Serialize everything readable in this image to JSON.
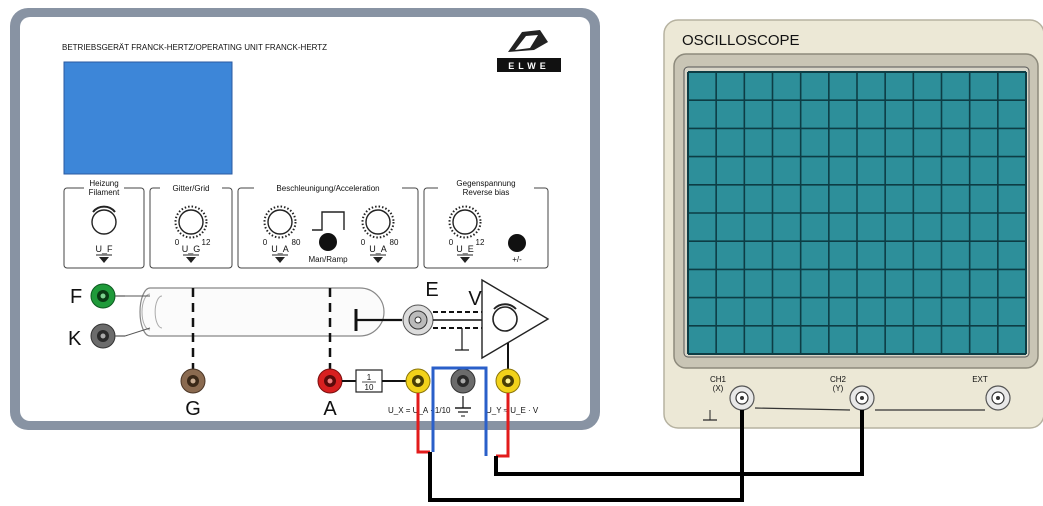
{
  "unit": {
    "title": "BETRIEBSGERÄT FRANCK-HERTZ/OPERATING UNIT FRANCK-HERTZ",
    "logo_text": "ELWE",
    "groups": {
      "filament": {
        "label_line1": "Heizung",
        "label_line2": "Filament",
        "meter": "U_F"
      },
      "grid": {
        "label": "Gitter/Grid",
        "min": "0",
        "max": "12",
        "meter": "U_G"
      },
      "acceleration": {
        "label": "Beschleunigung/Acceleration",
        "min1": "0",
        "max1": "80",
        "min2": "0",
        "max2": "80",
        "switch_label": "Man/Ramp",
        "meter1": "U_A",
        "meter2": "U_A"
      },
      "reverse": {
        "label_line1": "Gegenspannung",
        "label_line2": "Reverse bias",
        "min": "0",
        "max": "12",
        "meter": "U_E",
        "switch_label": "+/-"
      }
    },
    "terminals": {
      "F": "F",
      "K": "K",
      "G": "G",
      "A": "A",
      "E": "E",
      "V": "V"
    },
    "divider": {
      "num": "1",
      "den": "10"
    },
    "output_x_label": "U_X = U_A · 1/10",
    "output_y_label": "U_Y ≈ U_E · V"
  },
  "oscilloscope": {
    "title": "OSCILLOSCOPE",
    "ch1_line1": "CH1",
    "ch1_line2": "(X)",
    "ch2_line1": "CH2",
    "ch2_line2": "(Y)",
    "ext": "EXT"
  },
  "colors": {
    "panel_border": "#7a8595",
    "screen": "#2d8f9a",
    "screen_grid": "#0d3d45",
    "wire_red": "#e21b1b",
    "wire_blue": "#2a5fc9",
    "wire_black": "#000000",
    "jack_green": "#1f9a3a",
    "jack_red": "#d81f1f",
    "jack_yellow": "#f2d21a",
    "jack_brown": "#8a6a50",
    "jack_gray": "#6b6b6b"
  }
}
